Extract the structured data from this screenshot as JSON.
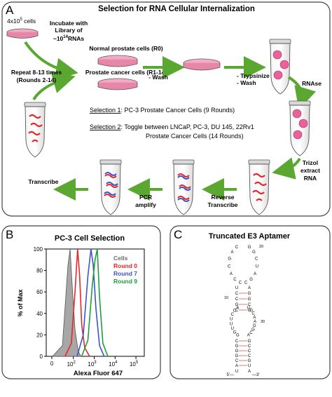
{
  "panel_a": {
    "letter": "A",
    "title": "Selection for RNA Cellular Internalization",
    "cells_count": "4x10",
    "cells_count_exp": "5",
    "cells_word": " cells",
    "incubate": [
      "Incubate with",
      "Library of"
    ],
    "library_size_prefix": "~10",
    "library_size_exp": "14",
    "library_size_suffix": "RNAs",
    "normal_cells": "Normal prostate cells (R0)",
    "cancer_cells": "Prostate cancer cells (R1-14)",
    "wash": "- Wash",
    "trypsinize": "- Trypsinize",
    "wash2": "- Wash",
    "rnase": "RNAse",
    "repeat": [
      "Repeat 8-13 times",
      "(Rounds 2-14)"
    ],
    "selection1_label": "Selection 1",
    "selection1_text": ":  PC-3 Prostate Cancer Cells (9 Rounds)",
    "selection2_label": "Selection 2",
    "selection2_text": ":  Toggle between LNCaP, PC-3, DU 145, 22Rv1",
    "selection2_text2": "Prostate Cancer Cells (14 Rounds)",
    "trizol": [
      "Trizol",
      "extract",
      "RNA"
    ],
    "transcribe": "Transcribe",
    "pcr": [
      "PCR",
      "amplify"
    ],
    "reverse": [
      "Reverse",
      "Transcribe"
    ]
  },
  "panel_b": {
    "letter": "B",
    "title": "PC-3 Cell Selection",
    "ylabel": "% of Max",
    "xlabel": "Alexa Fluor 647",
    "y_ticks": [
      "0",
      "20",
      "40",
      "60",
      "80",
      "100"
    ],
    "x_tick_base": "10",
    "x_tick_exps": [
      "2",
      "3",
      "4",
      "5"
    ],
    "x_tick_zero": "0",
    "legend": [
      {
        "label": "Cells",
        "color": "#6b6b6b"
      },
      {
        "label": "Round 0",
        "color": "#e8262b"
      },
      {
        "label": "Round 7",
        "color": "#3a55c8"
      },
      {
        "label": "Round 9",
        "color": "#1f9e3a"
      }
    ]
  },
  "panel_c": {
    "letter": "C",
    "title": "Truncated E3 Aptamer",
    "num_20": "20",
    "num_10": "10",
    "num_30": "30",
    "five_prime": "5'—",
    "three_prime": "—3'",
    "loop": [
      "G",
      "G",
      "C",
      "U",
      "A",
      "G",
      "C",
      "C",
      "C",
      "A",
      "C",
      "G",
      "A",
      "C"
    ],
    "stem_left": [
      "U",
      "C",
      "C",
      "G",
      "C"
    ],
    "stem_right": [
      "A",
      "G",
      "G",
      "C",
      "G"
    ],
    "bulge_left": [
      "A",
      "C",
      "C",
      "U",
      "U",
      "U",
      "G",
      "G"
    ],
    "bulge_right": [
      "U",
      "G",
      "C",
      "A",
      "A",
      "G",
      "G",
      "C",
      "A"
    ],
    "stem2_left": [
      "C",
      "G",
      "G",
      "G",
      "C",
      "A"
    ],
    "stem2_right": [
      "G",
      "C",
      "C",
      "C",
      "G",
      "U"
    ],
    "end_left": "U",
    "end_right": "A"
  },
  "chart_data": {
    "type": "area",
    "title": "PC-3 Cell Selection",
    "xlabel": "Alexa Fluor 647",
    "ylabel": "% of Max",
    "x_scale": "log",
    "ylim": [
      0,
      100
    ],
    "series": [
      {
        "name": "Cells",
        "x": [
          10,
          30,
          55,
          70,
          80,
          95,
          120,
          170,
          230
        ],
        "values": [
          0,
          10,
          85,
          100,
          80,
          55,
          25,
          5,
          0
        ]
      },
      {
        "name": "Round 0",
        "x": [
          40,
          80,
          120,
          160,
          200,
          250,
          350,
          600
        ],
        "values": [
          0,
          12,
          60,
          100,
          75,
          30,
          8,
          0
        ]
      },
      {
        "name": "Round 7",
        "x": [
          150,
          300,
          500,
          700,
          900,
          1200,
          1800,
          3000
        ],
        "values": [
          0,
          20,
          75,
          100,
          85,
          45,
          10,
          0
        ]
      },
      {
        "name": "Round 9",
        "x": [
          250,
          500,
          800,
          1100,
          1400,
          1800,
          2600,
          4500
        ],
        "values": [
          0,
          15,
          65,
          90,
          100,
          55,
          12,
          0
        ]
      }
    ]
  }
}
